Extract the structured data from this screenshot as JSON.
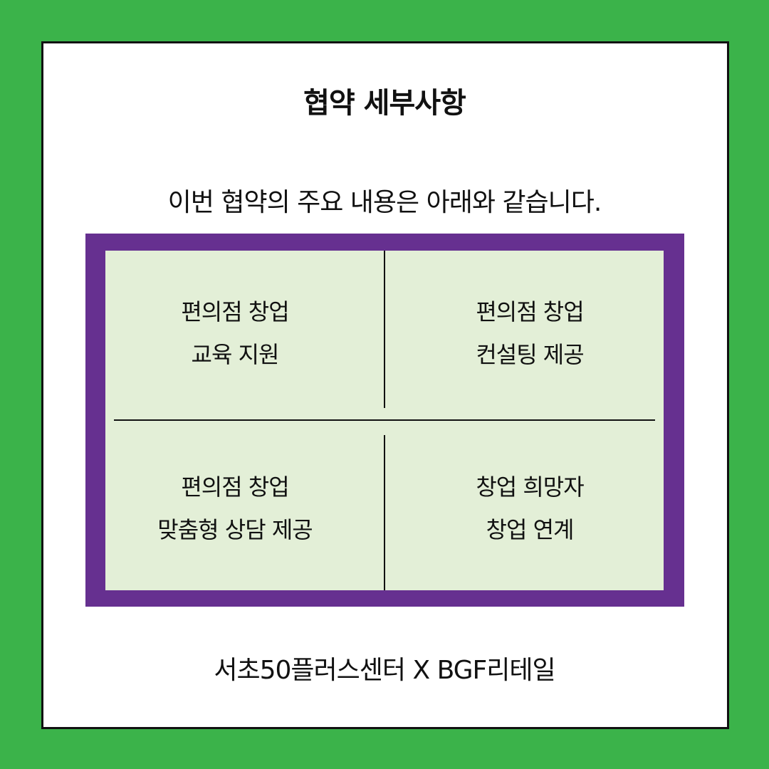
{
  "title": "협약 세부사항",
  "subtitle": "이번 협약의 주요 내용은 아래와 같습니다.",
  "cells": [
    {
      "line1": "편의점 창업",
      "line2": "교육 지원"
    },
    {
      "line1": "편의점 창업",
      "line2": "컨설팅 제공"
    },
    {
      "line1": "편의점 창업",
      "line2": "맞춤형 상담 제공"
    },
    {
      "line1": "창업 희망자",
      "line2": "창업 연계"
    }
  ],
  "footer": "서초50플러스센터 X BGF리테일",
  "colors": {
    "background": "#3bb34a",
    "card": "#ffffff",
    "frame": "#663090",
    "grid": "#e3efd7",
    "text": "#111111"
  }
}
